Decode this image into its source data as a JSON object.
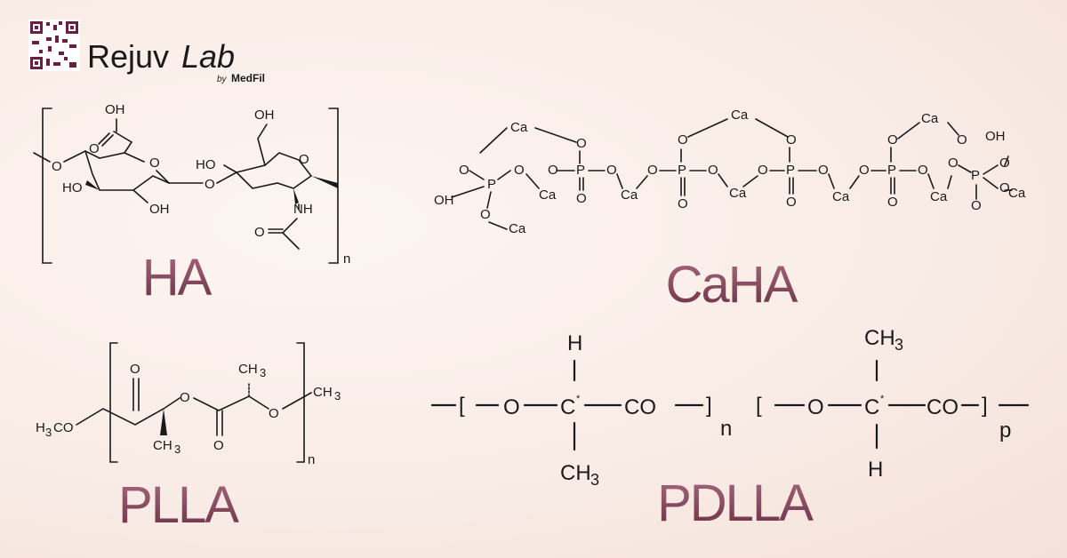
{
  "brand": {
    "name_part1": "Rejuv",
    "name_part2": "Lab",
    "by": "by",
    "parent": "MedFil",
    "brand_color": "#c2185b",
    "parent_color": "#1565c0",
    "qr_icon": "qr-code-icon"
  },
  "molecules": {
    "ha": {
      "label": "HA",
      "atoms": {
        "oh_top": "OH",
        "oh_ch2": "OH",
        "o_carbonyl": "O",
        "o_ring1": "O",
        "o_ring2": "O",
        "o_left": "O",
        "o_glyco": "O",
        "ho_1": "HO",
        "ho_2": "HO",
        "oh_bottom": "OH",
        "nh": "NH",
        "o_acetyl": "O",
        "repeat": "n"
      }
    },
    "caha": {
      "label": "CaHA",
      "atoms": {
        "ca": "Ca",
        "o": "O",
        "p": "P",
        "oh": "OH"
      }
    },
    "plla": {
      "label": "PLLA",
      "atoms": {
        "methoxy_h": "H",
        "methoxy_3": "3",
        "methoxy_co": "CO",
        "o": "O",
        "ch": "CH",
        "three": "3",
        "repeat": "n"
      }
    },
    "pdlla": {
      "label": "PDLLA",
      "atoms": {
        "dash": "—",
        "bracket_open": "[",
        "bracket_close": "]",
        "o": "O",
        "c": "C",
        "star": "*",
        "co": "CO",
        "h": "H",
        "ch": "CH",
        "three": "3",
        "n": "n",
        "p": "p"
      }
    }
  },
  "colors": {
    "label_gradient_top": "#9a5a70",
    "label_gradient_bottom": "#6e3347"
  }
}
